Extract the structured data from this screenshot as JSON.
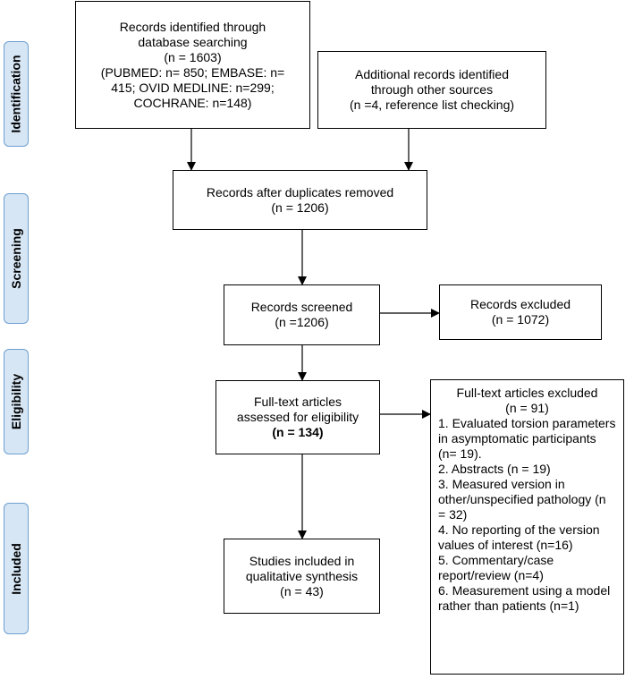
{
  "stages": {
    "identification": "Identification",
    "screening": "Screening",
    "eligibility": "Eligibility",
    "included": "Included"
  },
  "boxes": {
    "database": [
      "Records identified through",
      "database searching",
      "(n = 1603)",
      "(PUBMED: n= 850; EMBASE: n=",
      "415; OVID MEDLINE: n=299;",
      "COCHRANE: n=148)"
    ],
    "additional": [
      "Additional records identified",
      "through other sources",
      "(n =4, reference list checking)"
    ],
    "duplicates": [
      "Records after duplicates removed",
      "(n = 1206)"
    ],
    "screened": [
      "Records screened",
      "(n =1206)"
    ],
    "excluded": [
      "Records excluded",
      "(n = 1072)"
    ],
    "fulltext": [
      "Full-text articles",
      "assessed for eligibility",
      "(n = 134)"
    ],
    "included": [
      "Studies included in",
      "qualitative synthesis",
      "(n = 43)"
    ],
    "fulltext_excluded": {
      "title": "Full-text articles excluded",
      "count": "(n = 91)",
      "items": [
        "1. Evaluated torsion parameters in asymptomatic participants (n= 19).",
        "2. Abstracts (n = 19)",
        "3. Measured version in other/unspecified pathology (n = 32)",
        "4. No reporting of the version values of interest (n=16)",
        "5. Commentary/case report/review (n=4)",
        "6. Measurement using a model rather than patients (n=1)"
      ]
    }
  }
}
